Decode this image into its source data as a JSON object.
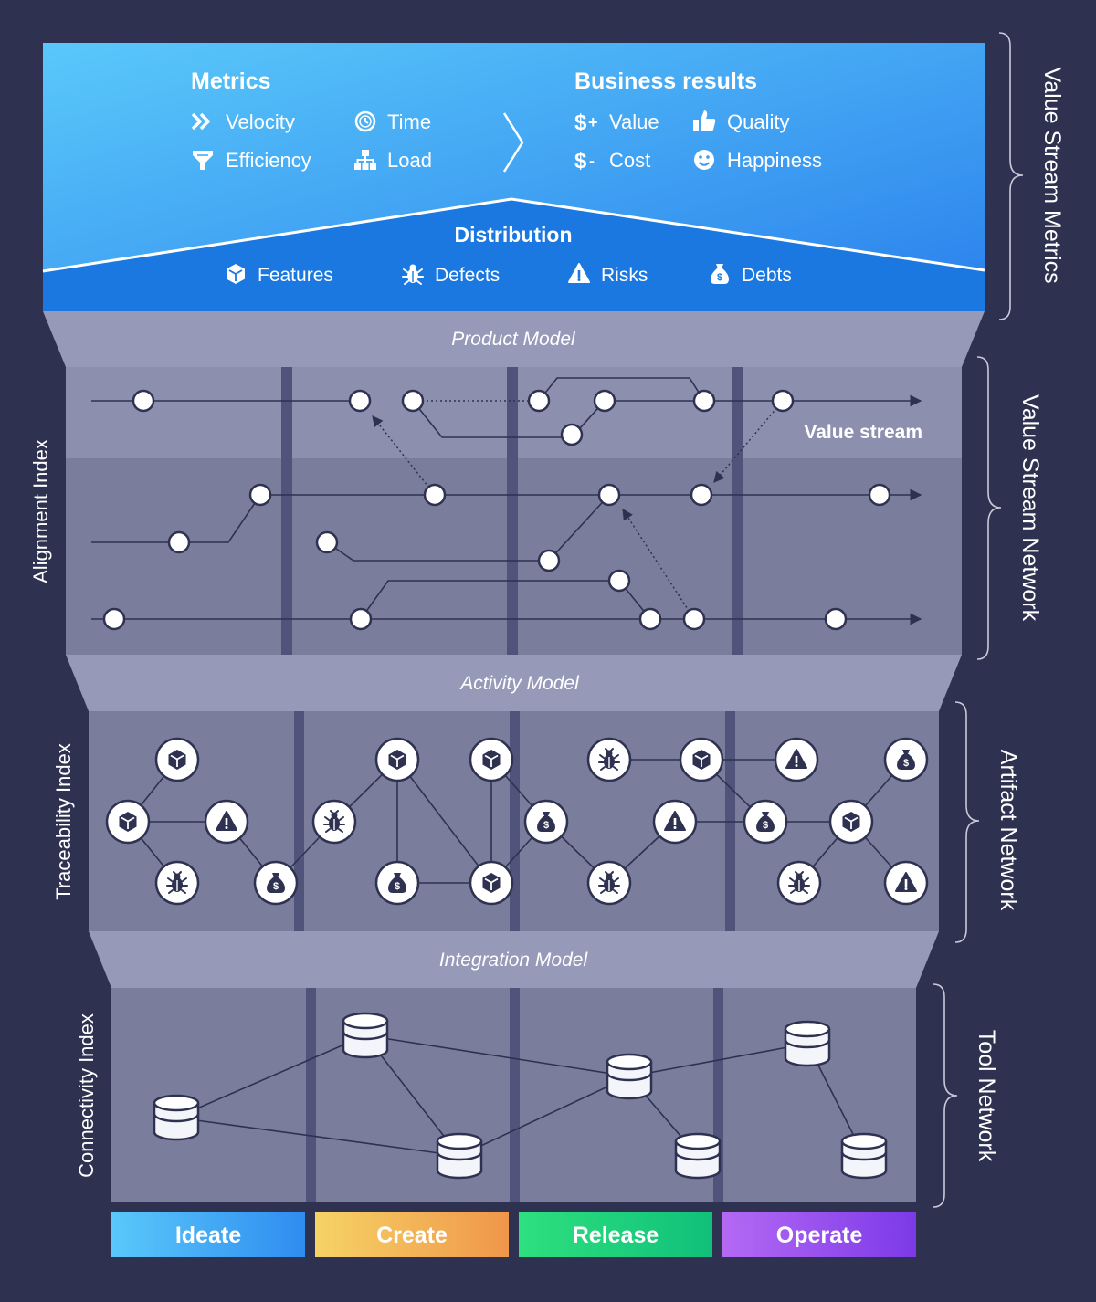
{
  "metrics": {
    "title": "Metrics",
    "items": [
      "Velocity",
      "Time",
      "Efficiency",
      "Load"
    ]
  },
  "business_results": {
    "title": "Business results",
    "items": [
      "Value",
      "Quality",
      "Cost",
      "Happiness"
    ]
  },
  "distribution": {
    "title": "Distribution",
    "items": [
      "Features",
      "Defects",
      "Risks",
      "Debts"
    ]
  },
  "models": {
    "product": "Product Model",
    "activity": "Activity Model",
    "integration": "Integration Model"
  },
  "value_stream_label": "Value stream",
  "indices": {
    "alignment": "Alignment Index",
    "traceability": "Traceability Index",
    "connectivity": "Connectivity Index"
  },
  "networks": {
    "metrics": "Value Stream Metrics",
    "value_stream": "Value Stream Network",
    "artifact": "Artifact Network",
    "tool": "Tool Network"
  },
  "stages": [
    "Ideate",
    "Create",
    "Release",
    "Operate"
  ],
  "colors": {
    "background": "#2e3250",
    "header_light": "#5ac8fa",
    "header_dark": "#1a78e0",
    "band": "#9699b8",
    "panel": "#7a7d9c",
    "panel_light": "#8c8fad",
    "divider": "#50547a",
    "ideate": [
      "#5ac8fa",
      "#2f8cf0"
    ],
    "create": [
      "#f6d365",
      "#f0964a"
    ],
    "release": [
      "#2ee07e",
      "#10c07a"
    ],
    "operate": [
      "#b469f4",
      "#7c3ae8"
    ]
  },
  "icons": {
    "velocity": "double-chevron-icon",
    "time": "clock-icon",
    "efficiency": "funnel-icon",
    "load": "hierarchy-icon",
    "value": "dollar-plus-icon",
    "cost": "dollar-minus-icon",
    "quality": "thumbs-up-icon",
    "happiness": "smiley-icon",
    "features": "cube-icon",
    "defects": "bug-icon",
    "risks": "warning-icon",
    "debts": "money-bag-icon",
    "tool": "database-icon"
  }
}
